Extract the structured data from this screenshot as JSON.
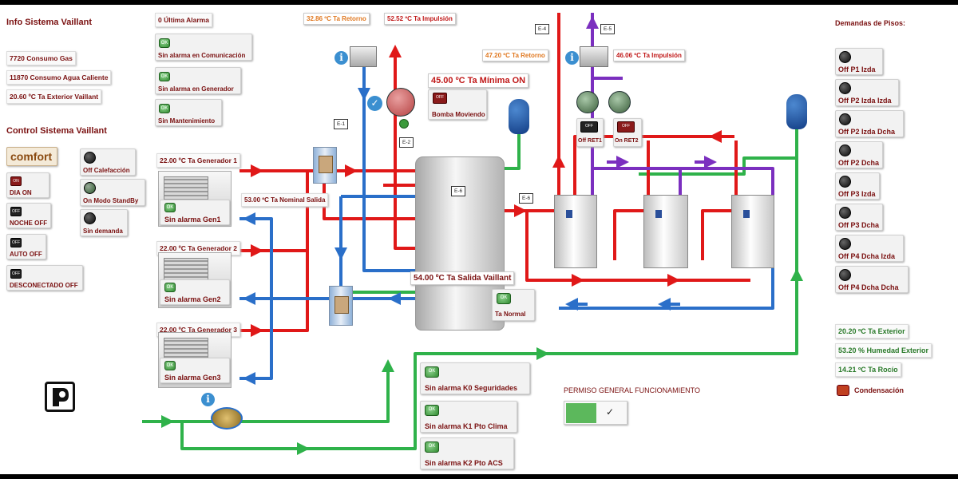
{
  "info_title": "Info Sistema Vaillant",
  "info_lines": [
    "7720 Consumo Gas",
    "11870 Consumo Agua Caliente",
    "20.60 ºC Ta Exterior Vaillant"
  ],
  "control_title": "Control Sistema Vaillant",
  "mode_value": "comfort",
  "control_switches": [
    {
      "badge": "ON",
      "label": "DIA ON"
    },
    {
      "badge": "OFF",
      "label": "NOCHE OFF"
    },
    {
      "badge": "OFF",
      "label": "AUTO OFF"
    },
    {
      "badge": "OFF",
      "label": "DESCONECTADO OFF"
    }
  ],
  "control_status": [
    "Off Calefacción",
    "On Modo StandBy",
    "Sin demanda"
  ],
  "alarm_top": {
    "value": "0",
    "label": "Última Alarma"
  },
  "alarm_list": [
    "Sin alarma en Comunicación",
    "Sin alarma en Generador",
    "Sin Mantenimiento"
  ],
  "generators": [
    {
      "temp": "22.00 ºC Ta Generador 1",
      "status": "Sin alarma Gen1"
    },
    {
      "temp": "22.00 ºC Ta Generador 2",
      "status": "Sin alarma Gen2"
    },
    {
      "temp": "22.00 ºC Ta Generador 3",
      "status": "Sin alarma Gen3"
    }
  ],
  "nominal_output": "53.00 ºC Ta Nominal Salida",
  "temps": {
    "ret_left": "32.86 ºC Ta Retorno",
    "imp_left": "52.52 ºC Ta Impulsión",
    "ret_right": "47.20 ºC Ta Retorno",
    "imp_right": "46.06 ºC Ta Impulsión",
    "min_on": "45.00 ºC Ta Mínima ON",
    "vaillant_output": "54.00 ºC Ta Salida Vaillant"
  },
  "pump_status": {
    "badge": "OFF",
    "label": "Bomba Moviendo"
  },
  "tank_status": {
    "badge": "OK",
    "label": "Ta Normal"
  },
  "returns": [
    {
      "badge": "OFF",
      "label": "Off RET1"
    },
    {
      "badge": "OFF",
      "label": "On RET2"
    }
  ],
  "sensors": [
    "E-1",
    "E-2",
    "E-4",
    "E-5",
    "E-6",
    "E-6"
  ],
  "k_alarms": [
    "Sin alarma K0 Seguridades",
    "Sin alarma K1 Pto Clima",
    "Sin alarma K2 Pto ACS"
  ],
  "permission_title": "PERMISO GENERAL FUNCIONAMIENTO",
  "toggle_check": "✓",
  "floors_title": "Demandas de Pisos:",
  "floors": [
    "Off P1 Izda",
    "Off P2 Izda Izda",
    "Off P2 Izda Dcha",
    "Off P2 Dcha",
    "Off P3 Izda",
    "Off P3 Dcha",
    "Off P4 Dcha Izda",
    "Off P4 Dcha Dcha"
  ],
  "exterior": [
    "20.20 ºC Ta Exterior",
    "53.20 % Humedad Exterior",
    "14.21 ºC Ta Rocío"
  ],
  "condensation_label": "Condensación",
  "info_glyph": "i",
  "check_glyph": "✓",
  "led_ok": "OK",
  "colors": {
    "supply": "#e01818",
    "return": "#2a6fc9",
    "cold": "#2fb24a",
    "purple": "#7b2fbf",
    "label": "#7a1010"
  }
}
